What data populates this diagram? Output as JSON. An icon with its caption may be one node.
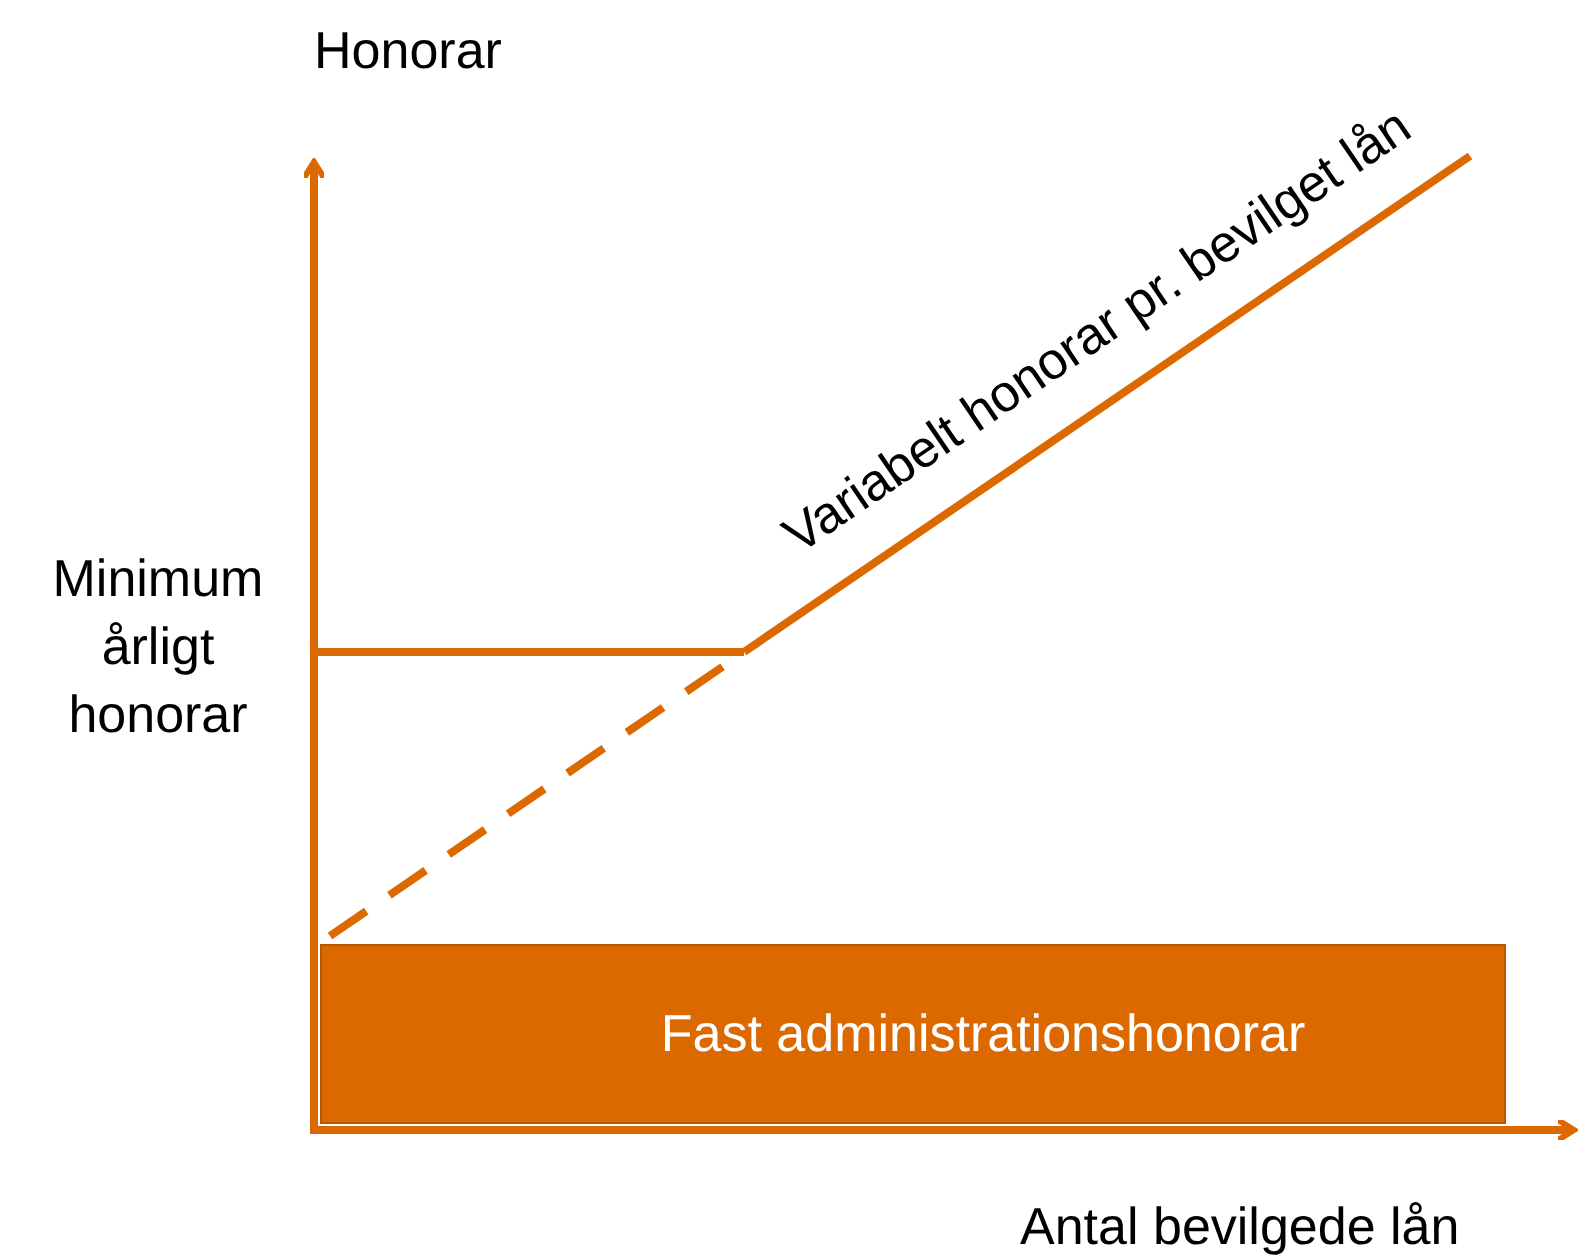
{
  "diagram": {
    "nodes": [
      {
        "text": [
          "Fast administrationshonorar"
        ]
      }
    ],
    "labels": [
      "Honorar",
      "Variabelt honorar pr. bevilget lån",
      "Minimum årligt honorar",
      "Antal bevilgede lån"
    ]
  }
}
